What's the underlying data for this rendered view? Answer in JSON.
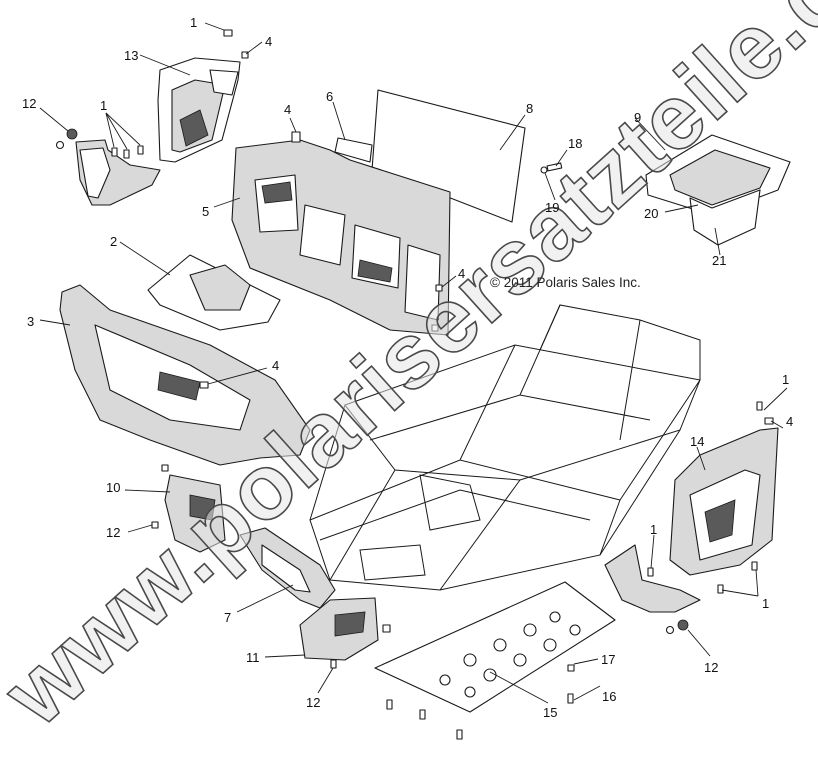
{
  "copyright": "© 2011 Polaris Sales Inc.",
  "watermark": "www.polarisersatzteile.de",
  "callouts": [
    {
      "id": "c1a",
      "label": "1"
    },
    {
      "id": "c4a",
      "label": "4"
    },
    {
      "id": "c13",
      "label": "13"
    },
    {
      "id": "c12a",
      "label": "12"
    },
    {
      "id": "c1b",
      "label": "1"
    },
    {
      "id": "c6",
      "label": "6"
    },
    {
      "id": "c8",
      "label": "8"
    },
    {
      "id": "c4b",
      "label": "4"
    },
    {
      "id": "c5",
      "label": "5"
    },
    {
      "id": "c18",
      "label": "18"
    },
    {
      "id": "c19",
      "label": "19"
    },
    {
      "id": "c9",
      "label": "9"
    },
    {
      "id": "c20",
      "label": "20"
    },
    {
      "id": "c21",
      "label": "21"
    },
    {
      "id": "c2",
      "label": "2"
    },
    {
      "id": "c4c",
      "label": "4"
    },
    {
      "id": "c3",
      "label": "3"
    },
    {
      "id": "c4d",
      "label": "4"
    },
    {
      "id": "c1c",
      "label": "1"
    },
    {
      "id": "c4e",
      "label": "4"
    },
    {
      "id": "c14",
      "label": "14"
    },
    {
      "id": "c10",
      "label": "10"
    },
    {
      "id": "c12b",
      "label": "12"
    },
    {
      "id": "c1d",
      "label": "1"
    },
    {
      "id": "c7",
      "label": "7"
    },
    {
      "id": "c1e",
      "label": "1"
    },
    {
      "id": "c11",
      "label": "11"
    },
    {
      "id": "c12c",
      "label": "12"
    },
    {
      "id": "c17",
      "label": "17"
    },
    {
      "id": "c12d",
      "label": "12"
    },
    {
      "id": "c16",
      "label": "16"
    },
    {
      "id": "c15",
      "label": "15"
    }
  ]
}
